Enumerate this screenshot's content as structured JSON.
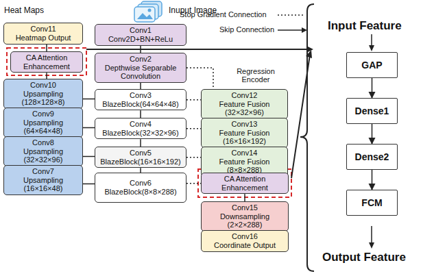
{
  "diagram": {
    "nodes": [
      {
        "text": [
          "Conv11",
          "Heatmap Output"
        ]
      },
      {
        "text": [
          "CA Attention",
          "Enhancement"
        ]
      },
      {
        "text": [
          "Conv1",
          "Conv2D+BN+ReLu"
        ]
      },
      {
        "text": [
          "Conv2",
          "Depthwise Separable",
          "Convolution"
        ]
      },
      {
        "text": [
          "Conv10",
          "Upsampling",
          "(128×128×8)"
        ]
      },
      {
        "text": [
          "Conv3",
          "BlazeBlock(64×64×48)"
        ]
      },
      {
        "text": [
          "Conv12",
          "Feature Fusion",
          "(32×32×96)"
        ]
      },
      {
        "text": [
          "Conv9",
          "Upsampling",
          "(64×64×48)"
        ]
      },
      {
        "text": [
          "Conv4",
          "BlazeBlock(32×32×96)"
        ]
      },
      {
        "text": [
          "Conv13",
          "Feature Fusion",
          "(16×16×192)"
        ]
      },
      {
        "text": [
          "Conv8",
          "Upsampling",
          "(32×32×96)"
        ]
      },
      {
        "text": [
          "Conv5",
          "BlazeBlock(16×16×192)"
        ]
      },
      {
        "text": [
          "Conv14",
          "Feature Fusion",
          "(8×8×288)"
        ]
      },
      {
        "text": [
          "Conv7",
          "Upsampling",
          "(16×16×48)"
        ]
      },
      {
        "text": [
          "Conv6",
          "BlazeBlock(8×8×288)"
        ]
      },
      {
        "text": [
          "CA Attention",
          "Enhancement"
        ]
      },
      {
        "text": [
          "Conv15",
          "Downsampling",
          "(2×2×288)"
        ]
      },
      {
        "text": [
          "Conv16",
          "Coordinate Output"
        ]
      },
      {
        "text": [
          "GAP"
        ]
      },
      {
        "text": [
          "Dense1"
        ]
      },
      {
        "text": [
          "Dense2"
        ]
      },
      {
        "text": [
          "FCM"
        ]
      }
    ],
    "edges": [
      {
        "from": 2,
        "to": 3,
        "arrow": "none"
      },
      {
        "from": 3,
        "to": 5,
        "arrow": "none"
      },
      {
        "from": 5,
        "to": 8,
        "arrow": "none"
      },
      {
        "from": 8,
        "to": 11,
        "arrow": "none"
      },
      {
        "from": 11,
        "to": 14,
        "arrow": "none"
      },
      {
        "from": 14,
        "to": 13,
        "arrow": "none"
      },
      {
        "from": 11,
        "to": 10,
        "arrow": "none"
      },
      {
        "from": 8,
        "to": 7,
        "arrow": "none"
      },
      {
        "from": 5,
        "to": 4,
        "arrow": "none"
      },
      {
        "from": 13,
        "to": 10,
        "arrow": "none"
      },
      {
        "from": 10,
        "to": 7,
        "arrow": "none"
      },
      {
        "from": 7,
        "to": 4,
        "arrow": "none"
      },
      {
        "from": 4,
        "to": 1,
        "arrow": "none"
      },
      {
        "from": 1,
        "to": 0,
        "arrow": "none"
      },
      {
        "from": 3,
        "to": 6,
        "arrow": "none"
      },
      {
        "from": 5,
        "to": 6,
        "arrow": "none"
      },
      {
        "from": 8,
        "to": 9,
        "arrow": "none"
      },
      {
        "from": 11,
        "to": 12,
        "arrow": "none"
      },
      {
        "from": 14,
        "to": 15,
        "arrow": "none"
      },
      {
        "from": 6,
        "to": 9,
        "arrow": "none"
      },
      {
        "from": 9,
        "to": 12,
        "arrow": "none"
      },
      {
        "from": 12,
        "to": 15,
        "arrow": "none"
      },
      {
        "from": 15,
        "to": 16,
        "arrow": "none"
      },
      {
        "from": 16,
        "to": 17,
        "arrow": "none"
      },
      {
        "from": 18,
        "to": 19,
        "arrow": "to"
      },
      {
        "from": 19,
        "to": 20,
        "arrow": "to"
      },
      {
        "from": 20,
        "to": 21,
        "arrow": "to"
      }
    ],
    "labels": [
      "Heat Maps",
      "Inuput Image",
      "Stop Gradient Connection",
      "Skip Connection",
      "Regression Encoder",
      "Input Feature",
      "Output Feature"
    ]
  }
}
